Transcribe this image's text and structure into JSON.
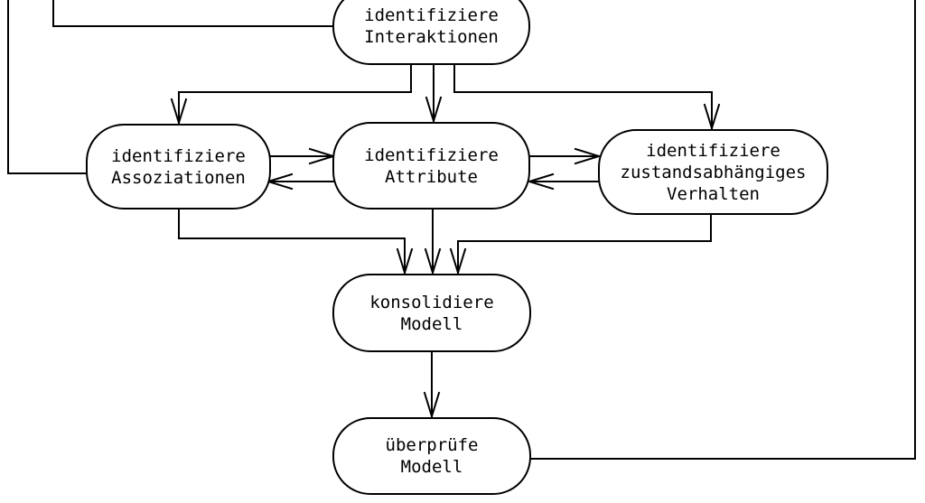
{
  "diagram": {
    "background_color": "#ffffff",
    "stroke_color": "#000000",
    "nodes": [
      {
        "id": "interaktionen",
        "label_lines": [
          "identifiziere",
          "Interaktionen"
        ]
      },
      {
        "id": "assoziationen",
        "label_lines": [
          "identifiziere",
          "Assoziationen"
        ]
      },
      {
        "id": "attribute",
        "label_lines": [
          "identifiziere",
          "Attribute"
        ]
      },
      {
        "id": "verhalten",
        "label_lines": [
          "identifiziere",
          "zustandsabhängiges",
          "Verhalten"
        ]
      },
      {
        "id": "konsolidiere",
        "label_lines": [
          "konsolidiere",
          "Modell"
        ]
      },
      {
        "id": "ueberpruefe",
        "label_lines": [
          "überprüfe",
          "Modell"
        ]
      }
    ],
    "edges": [
      {
        "from": "offscreen-top",
        "to": "assoziationen",
        "arrowhead": false
      },
      {
        "from": "offscreen-top",
        "to": "interaktionen",
        "arrowhead": false
      },
      {
        "from": "interaktionen",
        "to": "assoziationen",
        "arrowhead": true
      },
      {
        "from": "interaktionen",
        "to": "attribute",
        "arrowhead": true
      },
      {
        "from": "interaktionen",
        "to": "verhalten",
        "arrowhead": true
      },
      {
        "from": "assoziationen",
        "to": "attribute",
        "arrowhead": true
      },
      {
        "from": "attribute",
        "to": "assoziationen",
        "arrowhead": true
      },
      {
        "from": "attribute",
        "to": "verhalten",
        "arrowhead": true
      },
      {
        "from": "verhalten",
        "to": "attribute",
        "arrowhead": true
      },
      {
        "from": "assoziationen",
        "to": "konsolidiere",
        "arrowhead": true
      },
      {
        "from": "attribute",
        "to": "konsolidiere",
        "arrowhead": true
      },
      {
        "from": "verhalten",
        "to": "konsolidiere",
        "arrowhead": true
      },
      {
        "from": "konsolidiere",
        "to": "ueberpruefe",
        "arrowhead": true
      },
      {
        "from": "ueberpruefe",
        "to": "offscreen-top",
        "arrowhead": false
      }
    ]
  }
}
